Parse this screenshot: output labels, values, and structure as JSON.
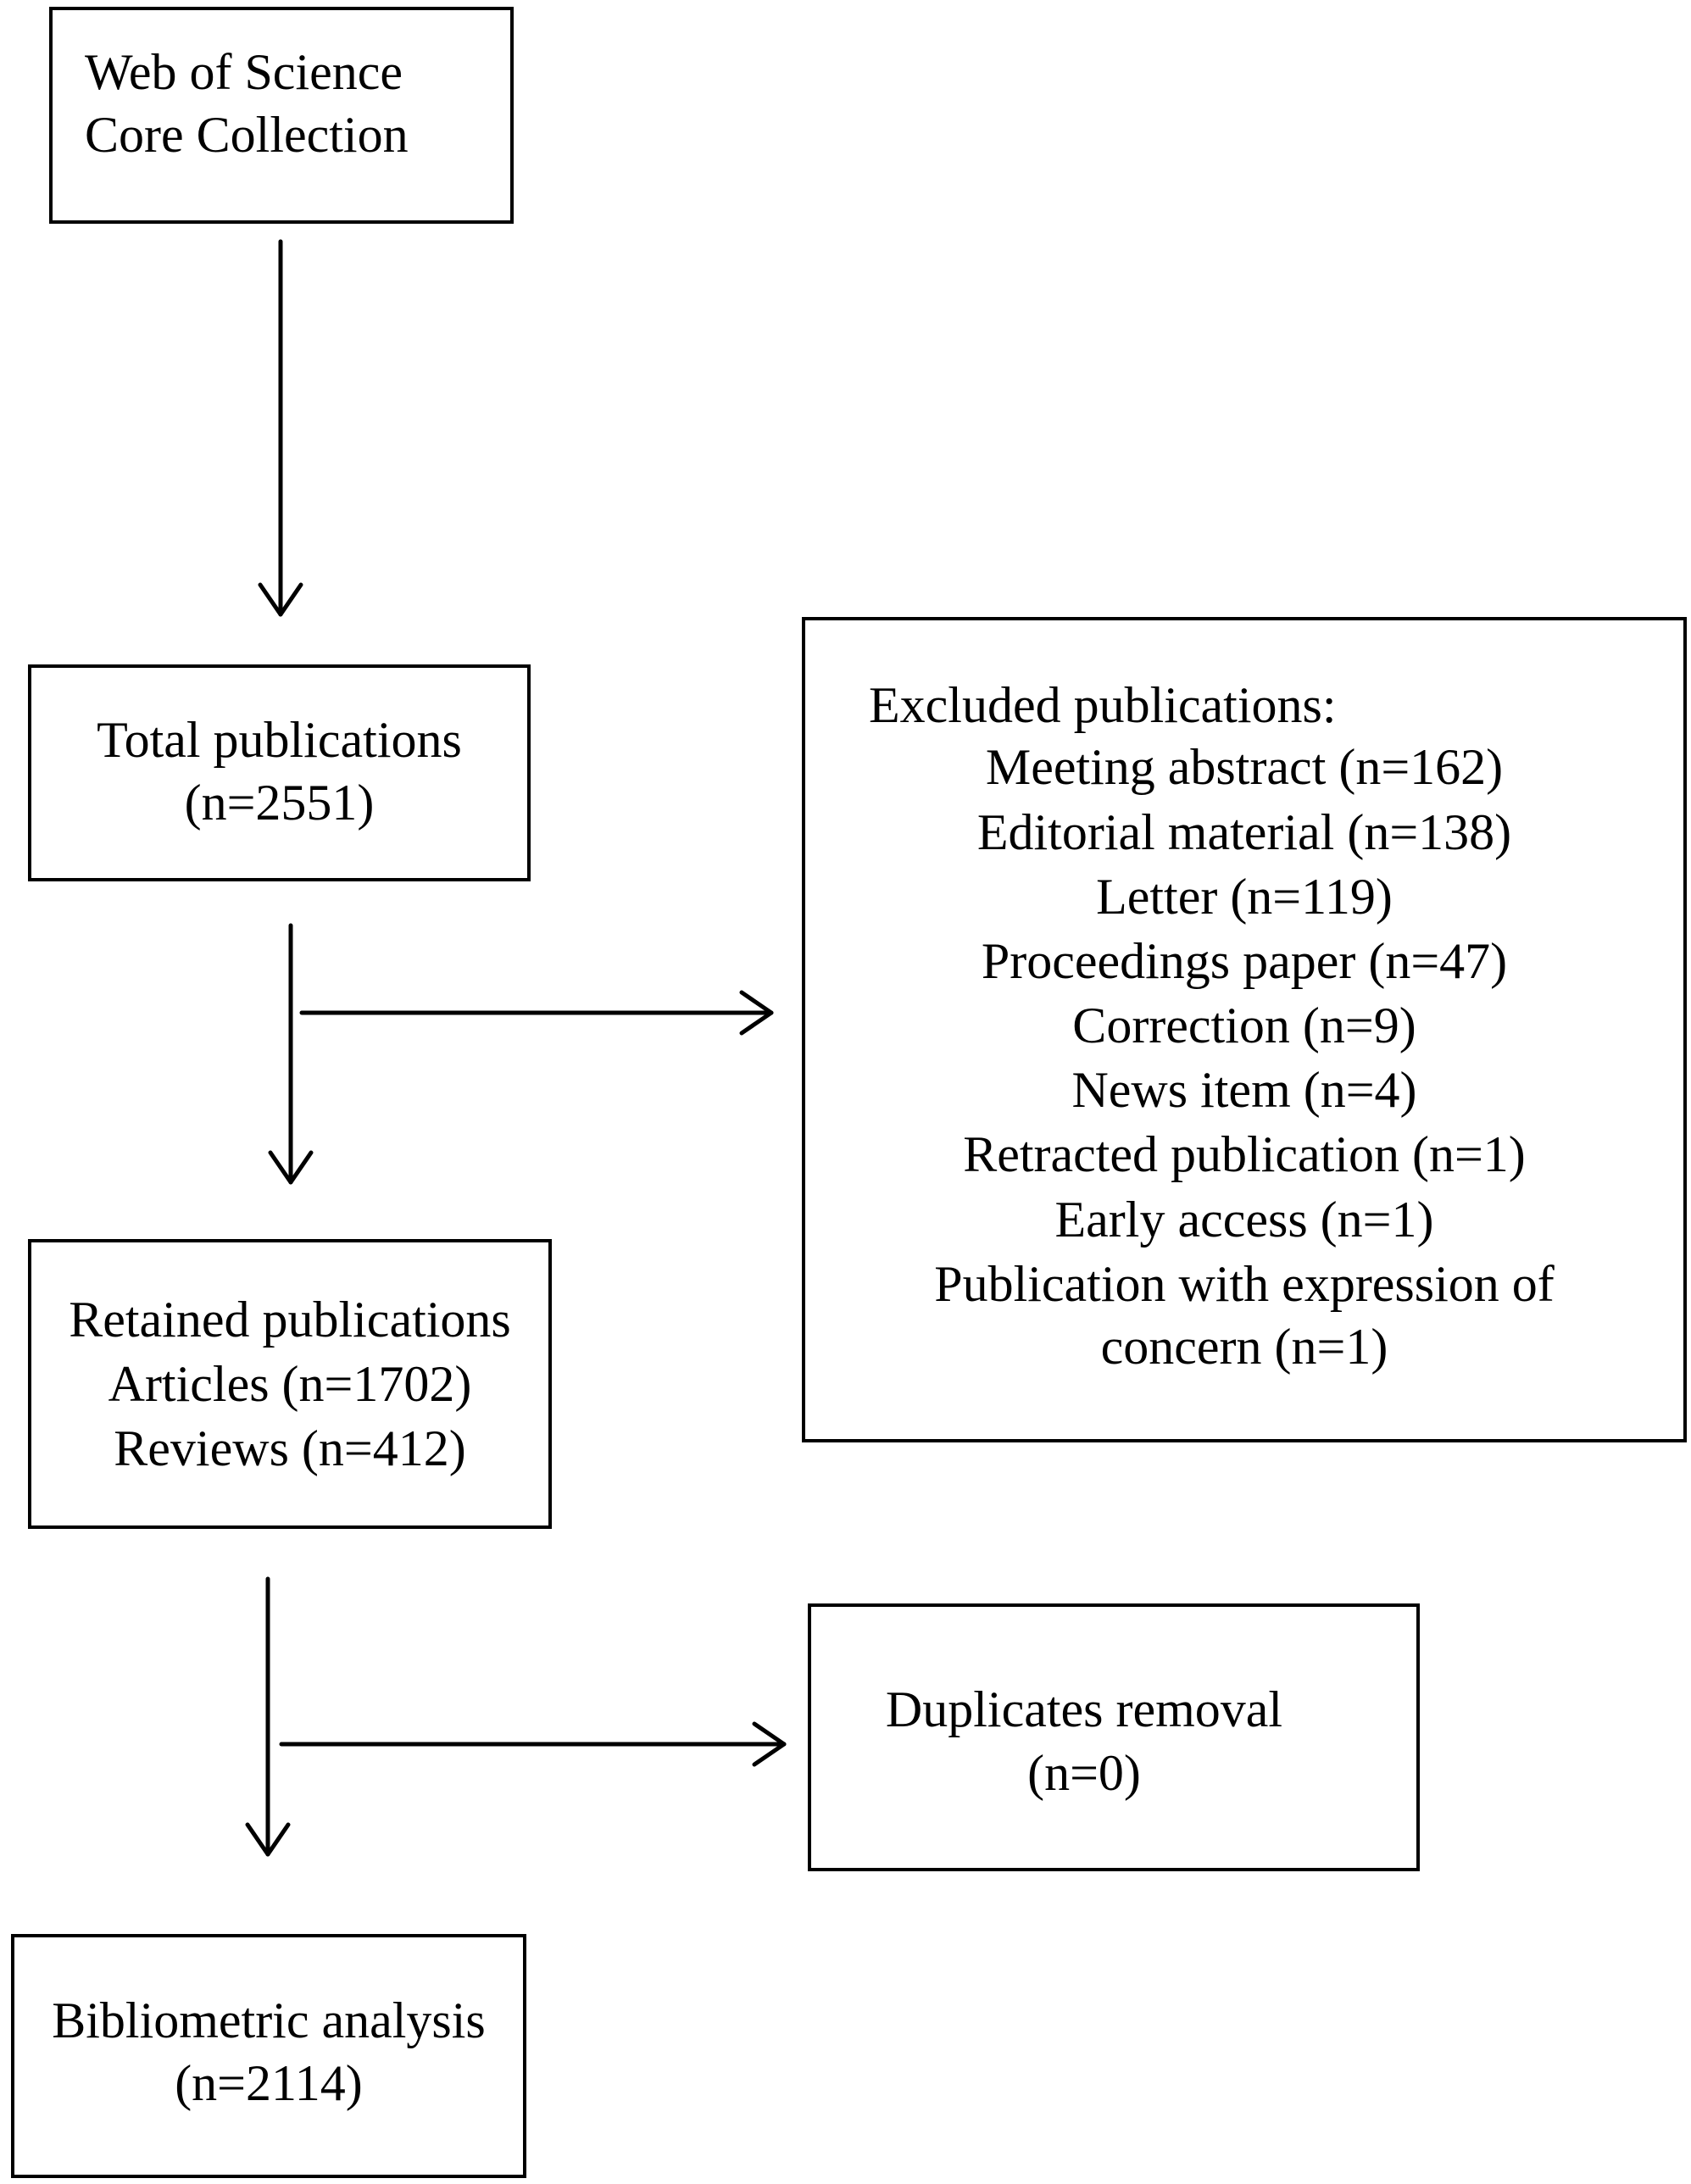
{
  "source": {
    "lines": [
      "Web of Science",
      "Core Collection"
    ]
  },
  "total": {
    "lines": [
      "Total publications",
      "(n=2551)"
    ]
  },
  "excluded": {
    "heading": "Excluded publications:",
    "items": [
      "Meeting abstract (n=162)",
      "Editorial material (n=138)",
      "Letter (n=119)",
      "Proceedings paper (n=47)",
      "Correction (n=9)",
      "News item (n=4)",
      "Retracted publication (n=1)",
      "Early access (n=1)",
      "Publication with expression of",
      "concern (n=1)"
    ]
  },
  "retained": {
    "lines": [
      "Retained publications",
      "Articles (n=1702)",
      "Reviews (n=412)"
    ]
  },
  "duplicates": {
    "lines": [
      "Duplicates removal",
      "(n=0)"
    ]
  },
  "final": {
    "lines": [
      "Bibliometric analysis",
      "(n=2114)"
    ]
  },
  "colors": {
    "stroke": "#000000",
    "background": "#ffffff"
  }
}
